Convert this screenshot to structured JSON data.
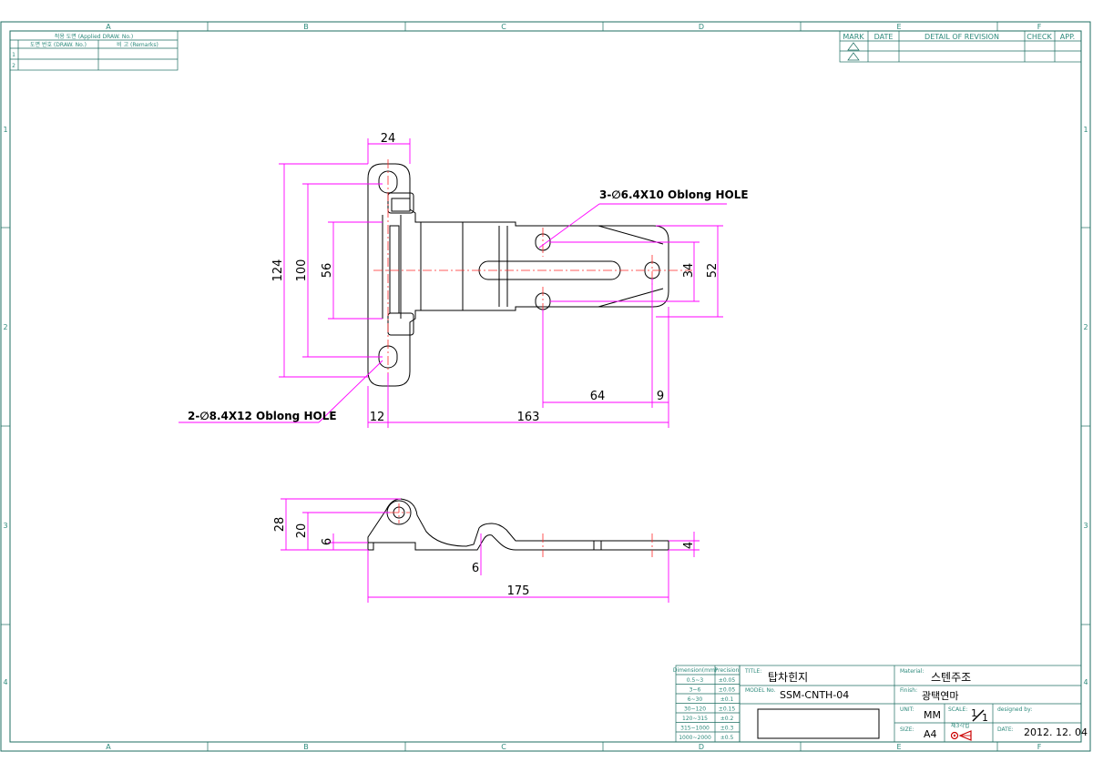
{
  "zones": {
    "columns": [
      "A",
      "B",
      "C",
      "D",
      "E",
      "F"
    ],
    "rows": [
      "1",
      "2",
      "3",
      "4"
    ]
  },
  "applied_table": {
    "header": "적용 도면 (Applied DRAW. No.)",
    "col_drawing": "도면 번호 (DRAW. No.)",
    "col_remarks": "비 고 (Remarks)",
    "rows": [
      "1",
      "2"
    ]
  },
  "revision_table": {
    "mark": "MARK",
    "date": "DATE",
    "detail": "DETAIL OF REVISION",
    "check": "CHECK",
    "app": "APP."
  },
  "dimensions": {
    "top_width": "24",
    "overall_height": "124",
    "hole_pitch": "100",
    "body_height": "56",
    "slot_pitch": "34",
    "plate_height": "52",
    "slot_spacing": "64",
    "slot_offset": "9",
    "edge_offset": "12",
    "overall_length": "163",
    "side_height": "28",
    "side_pivot": "20",
    "side_base": "6",
    "side_offset": "6",
    "plate_thk": "4",
    "side_length": "175"
  },
  "notes": {
    "hole_upper": "3-∅6.4X10 Oblong HOLE",
    "hole_lower": "2-∅8.4X12 Oblong HOLE"
  },
  "tolerance_table": {
    "header_dim": "Dimension(mm)",
    "header_prec": "Precision",
    "rows": [
      {
        "range": "0.5~3",
        "tol": "±0.05"
      },
      {
        "range": "3~6",
        "tol": "±0.05"
      },
      {
        "range": "6~30",
        "tol": "±0.1"
      },
      {
        "range": "30~120",
        "tol": "±0.15"
      },
      {
        "range": "120~315",
        "tol": "±0.2"
      },
      {
        "range": "315~1000",
        "tol": "±0.3"
      },
      {
        "range": "1000~2000",
        "tol": "±0.5"
      }
    ]
  },
  "title_block": {
    "title_label": "TITLE:",
    "title": "탑차힌지",
    "model_label": "MODEL No.",
    "model": "SSM-CNTH-04",
    "material_label": "Material:",
    "material": "스텐주조",
    "finish_label": "Finish:",
    "finish": "광택연마",
    "unit_label": "UNIT:",
    "unit": "MM",
    "scale_label": "SCALE:",
    "scale_num": "1",
    "scale_den": "1",
    "designed_label": "designed by:",
    "size_label": "SIZE:",
    "size": "A4",
    "projection_label": "제3각법",
    "date_label": "DATE:",
    "date": "2012. 12. 04"
  }
}
